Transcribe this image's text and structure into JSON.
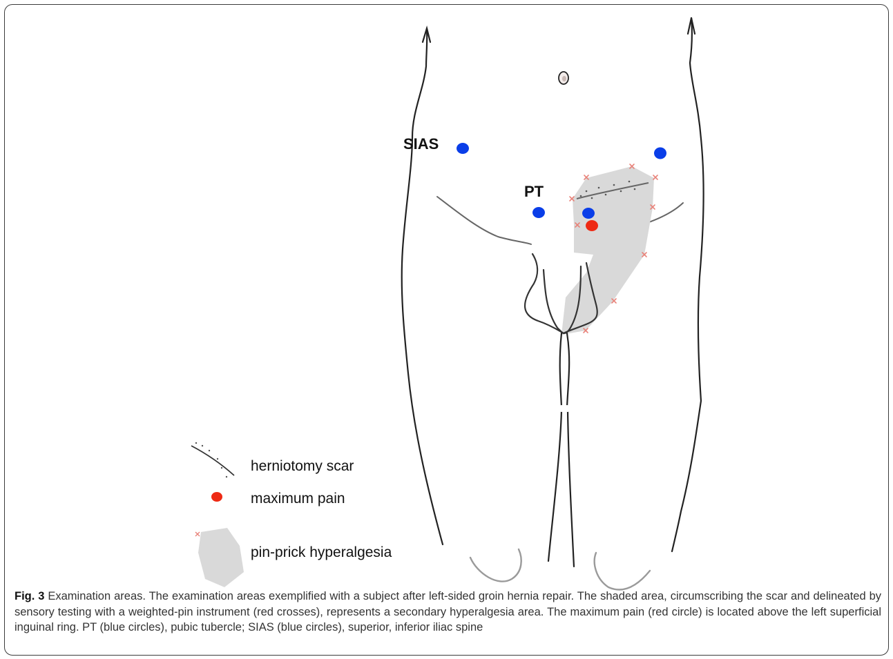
{
  "figure": {
    "labels": {
      "sias": "SIAS",
      "pt": "PT"
    },
    "legend": [
      {
        "key": "scar",
        "label": "herniotomy scar",
        "icon": "scar-line-icon"
      },
      {
        "key": "max_pain",
        "label": "maximum pain",
        "icon": "red-dot-icon"
      },
      {
        "key": "hyperalgesia",
        "label": "pin-prick hyperalgesia",
        "icon": "gray-area-icon"
      }
    ],
    "colors": {
      "outline": "#222222",
      "genital_outline": "#666666",
      "blue_marker": "#0a3ee8",
      "red_marker": "#ee2a14",
      "shaded_area": "#d9d9d9",
      "cross": "#e8837a"
    }
  },
  "caption": {
    "label": "Fig. 3",
    "text": " Examination areas. The examination areas exemplified with a subject after left-sided groin hernia repair. The shaded area, circumscribing the scar and delineated by sensory testing with a weighted-pin instrument (red crosses), represents a secondary hyperalgesia area. The maximum pain (red circle) is located above the left superficial inguinal ring. PT (blue circles), pubic tubercle; SIAS (blue circles), superior, inferior iliac spine"
  }
}
